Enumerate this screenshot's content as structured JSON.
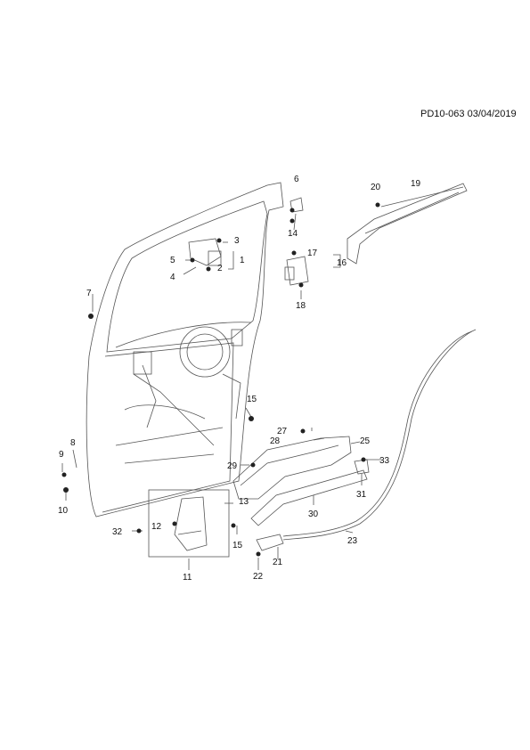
{
  "header": {
    "ref": "PD10-063 03/04/2019"
  },
  "callouts": [
    "1",
    "2",
    "3",
    "4",
    "5",
    "6",
    "7",
    "8",
    "9",
    "10",
    "11",
    "12",
    "13",
    "14",
    "15",
    "15",
    "16",
    "17",
    "18",
    "19",
    "20",
    "21",
    "22",
    "23",
    "25",
    "27",
    "28",
    "29",
    "30",
    "31",
    "32",
    "33"
  ]
}
